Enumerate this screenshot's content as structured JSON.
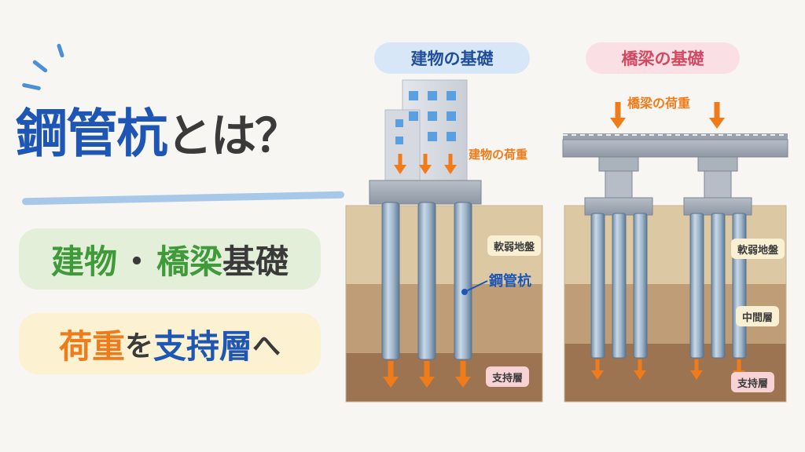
{
  "title": {
    "accent": "鋼管杭",
    "rest": "とは？"
  },
  "pills": {
    "line1_a": "建物",
    "line1_sep": "・",
    "line1_b": "橋梁",
    "line1_c": "基礎",
    "line2_a": "荷重",
    "line2_b": "を",
    "line2_c": "支持層",
    "line2_d": "へ"
  },
  "building_panel": {
    "header": "建物の基礎",
    "load_label": "建物の荷重",
    "soft_layer": "軟弱地盤",
    "pipe_label": "鋼管杭",
    "bearing_layer": "支持層"
  },
  "bridge_panel": {
    "header": "橋梁の基礎",
    "load_label": "橋梁の荷重",
    "soft_layer": "軟弱地盤",
    "middle_layer": "中間層",
    "bearing_layer": "支持層"
  },
  "colors": {
    "accent_blue": "#1d56b4",
    "accent_green": "#3f9a3a",
    "accent_orange": "#f07b1a",
    "soil_top": "#dcc9a4",
    "soil_mid": "#bf9d76",
    "soil_bottom": "#9c7452",
    "steel": "#8fa9c2"
  }
}
